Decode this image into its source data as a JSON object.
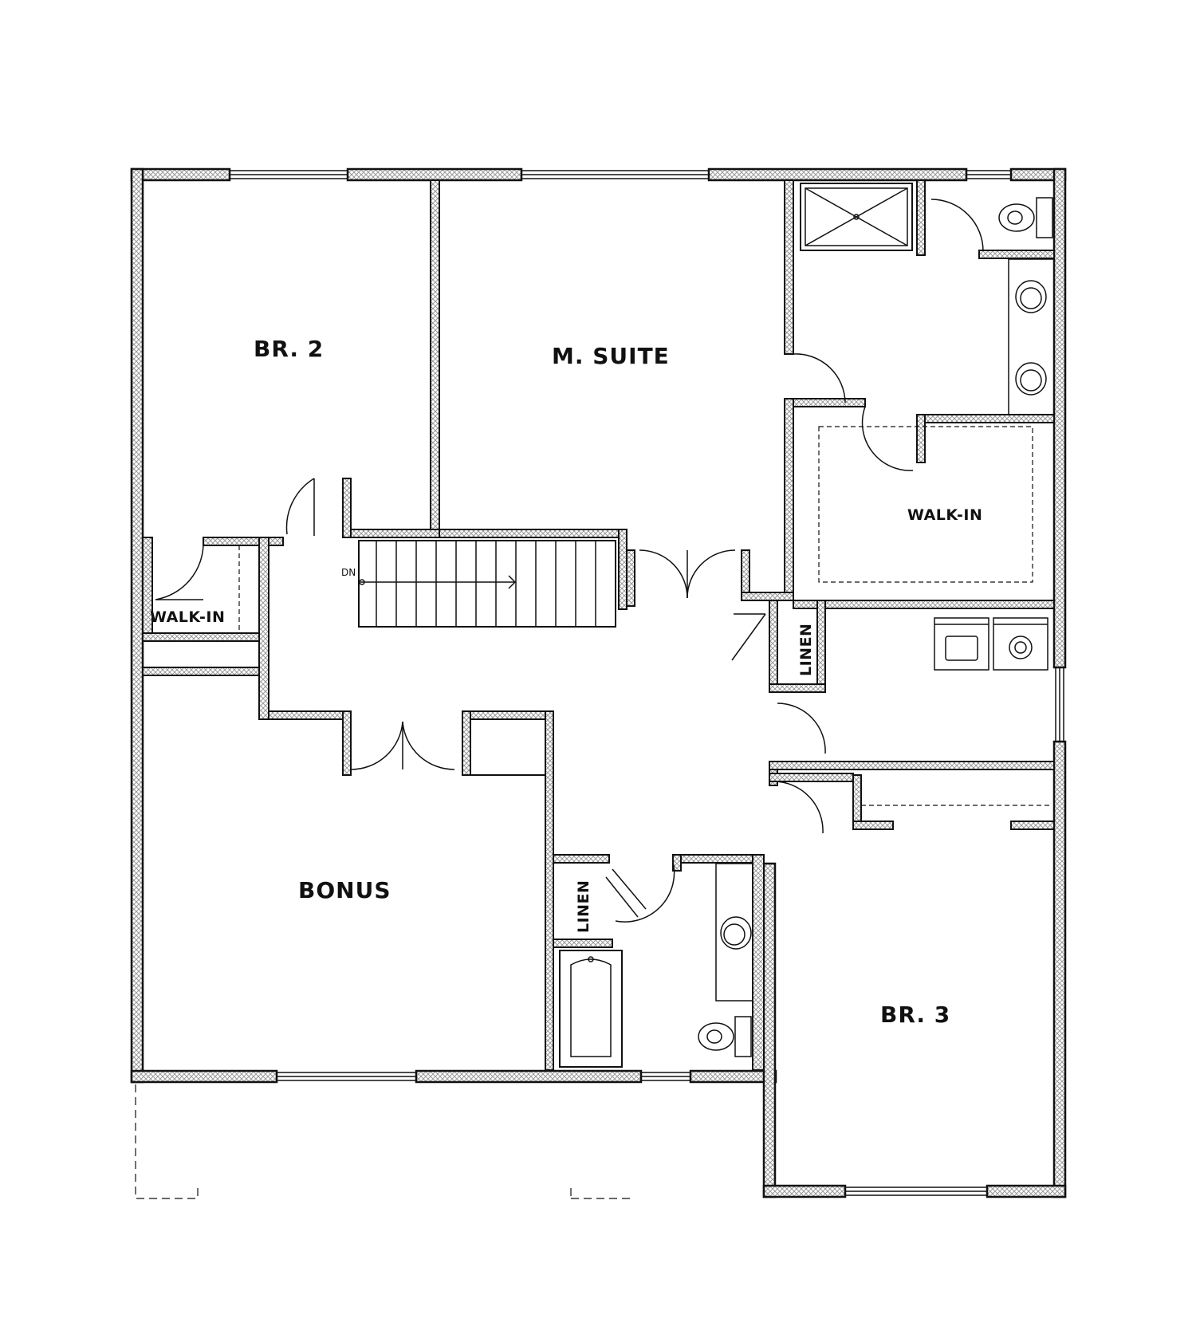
{
  "colors": {
    "wall_outline": "#111111",
    "wall_fill": "#d0d0d0",
    "background": "#ffffff"
  },
  "labels": {
    "br2": "BR. 2",
    "m_suite": "M. SUITE",
    "walk_in_master": "WALK-IN",
    "walk_in_br2": "WALK-IN",
    "linen_upper": "LINEN",
    "linen_lower": "LINEN",
    "bonus": "BONUS",
    "br3": "BR. 3",
    "stair_dn": "DN"
  },
  "icons": {
    "shower": "shower-icon",
    "toilet": "toilet-icon",
    "sink": "sink-icon",
    "bathtub": "bathtub-icon",
    "washer": "washer-icon",
    "dryer": "dryer-icon"
  }
}
